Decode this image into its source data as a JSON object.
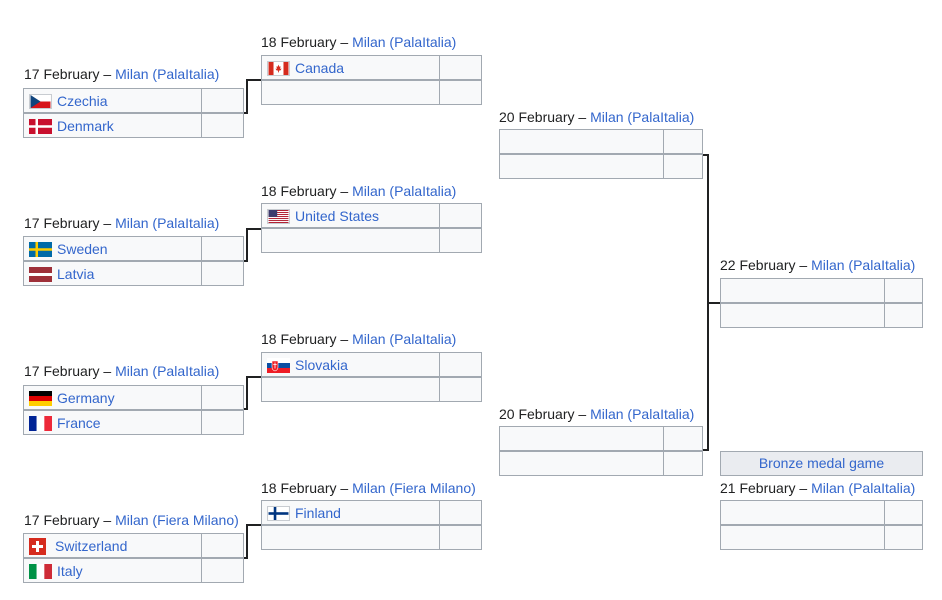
{
  "separator": "–",
  "r1": [
    {
      "date": "17 February",
      "city": "Milan",
      "venue": "(PalaItalia)",
      "teams": [
        {
          "name": "Czechia",
          "flag": "czechia-flag-icon"
        },
        {
          "name": "Denmark",
          "flag": "denmark-flag-icon"
        }
      ]
    },
    {
      "date": "17 February",
      "city": "Milan",
      "venue": "(PalaItalia)",
      "teams": [
        {
          "name": "Sweden",
          "flag": "sweden-flag-icon"
        },
        {
          "name": "Latvia",
          "flag": "latvia-flag-icon"
        }
      ]
    },
    {
      "date": "17 February",
      "city": "Milan",
      "venue": "(PalaItalia)",
      "teams": [
        {
          "name": "Germany",
          "flag": "germany-flag-icon"
        },
        {
          "name": "France",
          "flag": "france-flag-icon"
        }
      ]
    },
    {
      "date": "17 February",
      "city": "Milan",
      "venue": "(Fiera Milano)",
      "teams": [
        {
          "name": "Switzerland",
          "flag": "switzerland-flag-icon"
        },
        {
          "name": "Italy",
          "flag": "italy-flag-icon"
        }
      ]
    }
  ],
  "qf": [
    {
      "date": "18 February",
      "city": "Milan",
      "venue": "(PalaItalia)",
      "teams": [
        {
          "name": "Canada",
          "flag": "canada-flag-icon"
        },
        {
          "name": ""
        }
      ]
    },
    {
      "date": "18 February",
      "city": "Milan",
      "venue": "(PalaItalia)",
      "teams": [
        {
          "name": "United States",
          "flag": "usa-flag-icon"
        },
        {
          "name": ""
        }
      ]
    },
    {
      "date": "18 February",
      "city": "Milan",
      "venue": "(PalaItalia)",
      "teams": [
        {
          "name": "Slovakia",
          "flag": "slovakia-flag-icon"
        },
        {
          "name": ""
        }
      ]
    },
    {
      "date": "18 February",
      "city": "Milan",
      "venue": "(Fiera Milano)",
      "teams": [
        {
          "name": "Finland",
          "flag": "finland-flag-icon"
        },
        {
          "name": ""
        }
      ]
    }
  ],
  "sf": [
    {
      "date": "20 February",
      "city": "Milan",
      "venue": "(PalaItalia)",
      "teams": [
        {
          "name": ""
        },
        {
          "name": ""
        }
      ]
    },
    {
      "date": "20 February",
      "city": "Milan",
      "venue": "(PalaItalia)",
      "teams": [
        {
          "name": ""
        },
        {
          "name": ""
        }
      ]
    }
  ],
  "final": {
    "date": "22 February",
    "city": "Milan",
    "venue": "(PalaItalia)",
    "teams": [
      {
        "name": ""
      },
      {
        "name": ""
      }
    ]
  },
  "bronze": {
    "label": "Bronze medal game",
    "date": "21 February",
    "city": "Milan",
    "venue": "(PalaItalia)",
    "teams": [
      {
        "name": ""
      },
      {
        "name": ""
      }
    ]
  },
  "colors": {
    "link": "#3366cc",
    "box_bg": "#f8f9fa",
    "box_border": "#a2a9b1",
    "line": "#202122",
    "bronze_bg": "#eaecf0"
  }
}
